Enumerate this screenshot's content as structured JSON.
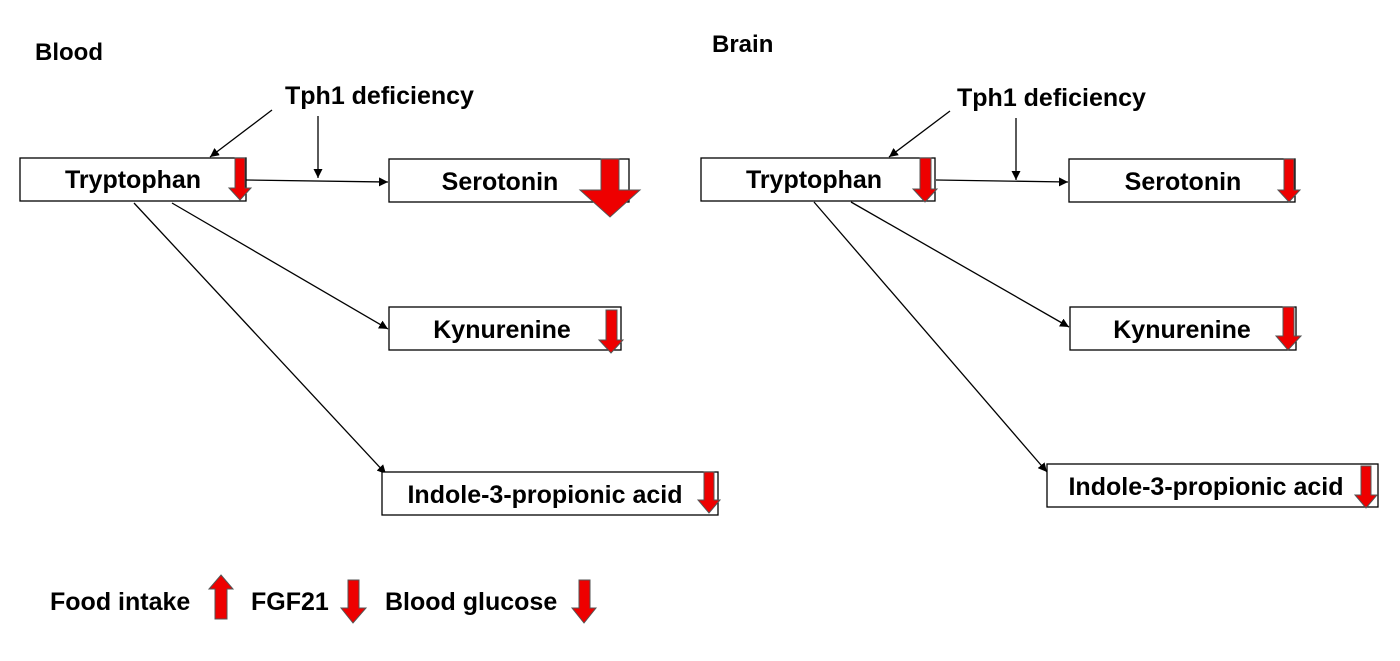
{
  "panels": {
    "blood": {
      "title": "Blood",
      "modifier": "Tph1 deficiency",
      "nodes": {
        "tryptophan": "Tryptophan",
        "serotonin": "Serotonin",
        "kynurenine": "Kynurenine",
        "ipa": "Indole-3-propionic acid"
      }
    },
    "brain": {
      "title": "Brain",
      "modifier": "Tph1 deficiency",
      "nodes": {
        "tryptophan": "Tryptophan",
        "serotonin": "Serotonin",
        "kynurenine": "Kynurenine",
        "ipa": "Indole-3-propionic acid"
      }
    }
  },
  "legend": {
    "food_intake": "Food intake",
    "fgf21": "FGF21",
    "blood_glucose": "Blood glucose"
  },
  "changes": {
    "blood": {
      "tryptophan": "down",
      "serotonin": "down-large",
      "kynurenine": "down",
      "ipa": "down"
    },
    "brain": {
      "tryptophan": "down",
      "serotonin": "down",
      "kynurenine": "down",
      "ipa": "down"
    },
    "food_intake": "up",
    "fgf21": "down",
    "blood_glucose": "down"
  },
  "colors": {
    "change_arrow": "#ee0000",
    "line": "#000000"
  }
}
